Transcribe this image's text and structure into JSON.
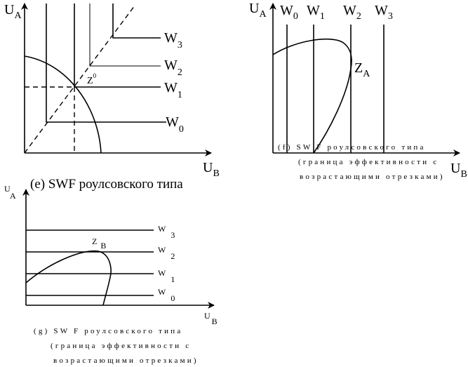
{
  "panel_e": {
    "caption": "(e) SWF роулсовского типа",
    "axis_y": {
      "main": "U",
      "sub": "A"
    },
    "axis_x": {
      "main": "U",
      "sub": "B"
    },
    "optimum": {
      "main": "Z",
      "sup": "0"
    },
    "curves": [
      {
        "main": "W",
        "sub": "0"
      },
      {
        "main": "W",
        "sub": "1"
      },
      {
        "main": "W",
        "sub": "2"
      },
      {
        "main": "W",
        "sub": "3"
      }
    ]
  },
  "panel_f": {
    "caption": "(f) SW F роулсовского типа",
    "caption_line2": "(граница эффективности с",
    "caption_line3": "возрастающими отрезками)",
    "axis_y": {
      "main": "U",
      "sub": "A"
    },
    "axis_x": {
      "main": "U",
      "sub": "B"
    },
    "optimum": {
      "main": "Z",
      "sub": "A"
    },
    "curves": [
      {
        "main": "W",
        "sub": "0"
      },
      {
        "main": "W",
        "sub": "1"
      },
      {
        "main": "W",
        "sub": "2"
      },
      {
        "main": "W",
        "sub": "3"
      }
    ]
  },
  "panel_g": {
    "caption": "(g) SW F роулсовского типа",
    "caption_line2": "(граница эффективности с",
    "caption_line3": "возрастающими отрезками)",
    "axis_y": {
      "main": "U",
      "sub": "A"
    },
    "axis_x": {
      "main": "U",
      "sub": "B"
    },
    "optimum": {
      "main": "Z",
      "sub": "B"
    },
    "curves": [
      {
        "main": "W",
        "sub": "0"
      },
      {
        "main": "W",
        "sub": "1"
      },
      {
        "main": "W",
        "sub": "2"
      },
      {
        "main": "W",
        "sub": "3"
      }
    ]
  },
  "colors": {
    "ink": "#000000",
    "background": "#ffffff"
  }
}
